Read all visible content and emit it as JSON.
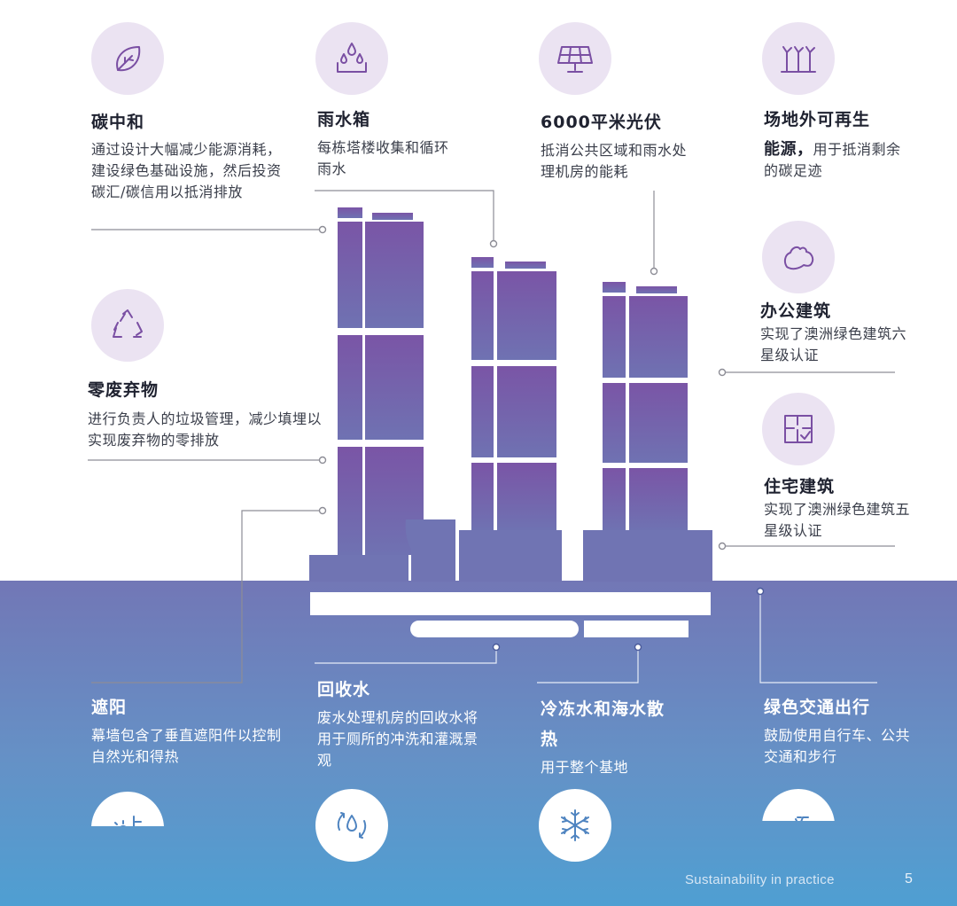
{
  "features": {
    "carbon_neutral": {
      "title": "碳中和",
      "desc": "通过设计大幅减少能源消耗，建设绿色基础设施，然后投资碳汇/碳信用以抵消排放",
      "icon": "leaf-icon"
    },
    "rain_tank": {
      "title": "雨水箱",
      "desc": "每栋塔楼收集和循环雨水",
      "icon": "water-drops-icon"
    },
    "solar": {
      "title": "6000平米光伏",
      "desc": "抵消公共区域和雨水处理机房的能耗",
      "icon": "solar-panel-icon"
    },
    "offsite_renewable": {
      "title": "场地外可再生",
      "desc_bold": "能源，",
      "desc": "用于抵消剩余的碳足迹",
      "icon": "wind-turbines-icon"
    },
    "zero_waste": {
      "title": "零废弃物",
      "desc": "进行负责人的垃圾管理，减少填埋以实现废弃物的零排放",
      "icon": "recycle-icon"
    },
    "office": {
      "title": "办公建筑",
      "desc": "实现了澳洲绿色建筑六星级认证",
      "icon": "australia-map-icon"
    },
    "residential": {
      "title": "住宅建筑",
      "desc": "实现了澳洲绿色建筑五星级认证",
      "icon": "floor-plan-icon"
    },
    "shading": {
      "title": "遮阳",
      "desc": "幕墙包含了垂直遮阳件以控制自然光和得热",
      "icon": "sun-shade-icon"
    },
    "recycled_water": {
      "title": "回收水",
      "desc": "废水处理机房的回收水将用于厕所的冲洗和灌溉景观",
      "icon": "water-recycle-icon"
    },
    "chilled_water": {
      "title": "冷冻水和海水散热",
      "desc": "用于整个基地",
      "icon": "snowflake-icon"
    },
    "green_transport": {
      "title": "绿色交通出行",
      "desc": "鼓励使用自行车、公共交通和步行",
      "icon": "bicycle-icon"
    }
  },
  "footer": {
    "text": "Sustainability in practice",
    "page": "5"
  },
  "colors": {
    "tower_top": "#7a55a6",
    "tower_bottom": "#6f6fb0",
    "water_top": "#7378b6",
    "water_bottom": "#4f9cd0",
    "icon_bg": "#ebe3f2"
  }
}
